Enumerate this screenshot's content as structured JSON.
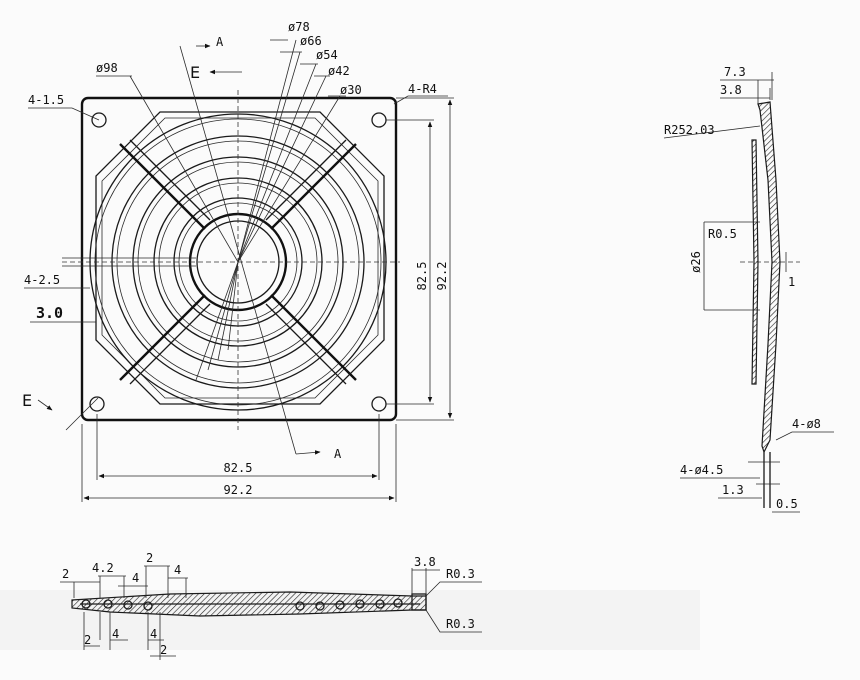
{
  "front_view": {
    "diameters": [
      "ø78",
      "ø66",
      "ø54",
      "ø42",
      "ø30"
    ],
    "outer_diameter": "ø98",
    "hole_callout": "4-1.5",
    "corner_callout": "4-R4",
    "rib_callout": "4-2.5",
    "thickness_note": "3.0",
    "hole_pitch_v": "82.5",
    "overall_v": "92.2",
    "hole_pitch_h": "82.5",
    "overall_h": "92.2",
    "section_a": "A",
    "section_e": "E"
  },
  "side_view": {
    "dim_top_outer": "7.3",
    "dim_top_inner": "3.8",
    "radius": "R252.03",
    "center_radius": "R0.5",
    "hub_diameter": "ø26",
    "center_mark": "1",
    "hole_outer": "4-ø8",
    "hole_inner": "4-ø4.5",
    "dim_bottom_left": "1.3",
    "dim_bottom_right": "0.5"
  },
  "section_view": {
    "dim_2a": "2",
    "dim_42": "4.2",
    "dim_4a": "4",
    "dim_2b": "2",
    "dim_4b": "4",
    "dim_38": "3.8",
    "r_top": "R0.3",
    "r_bottom": "R0.3",
    "dim_2c": "2",
    "dim_4c": "4",
    "dim_4d": "4",
    "dim_2d": "2"
  }
}
